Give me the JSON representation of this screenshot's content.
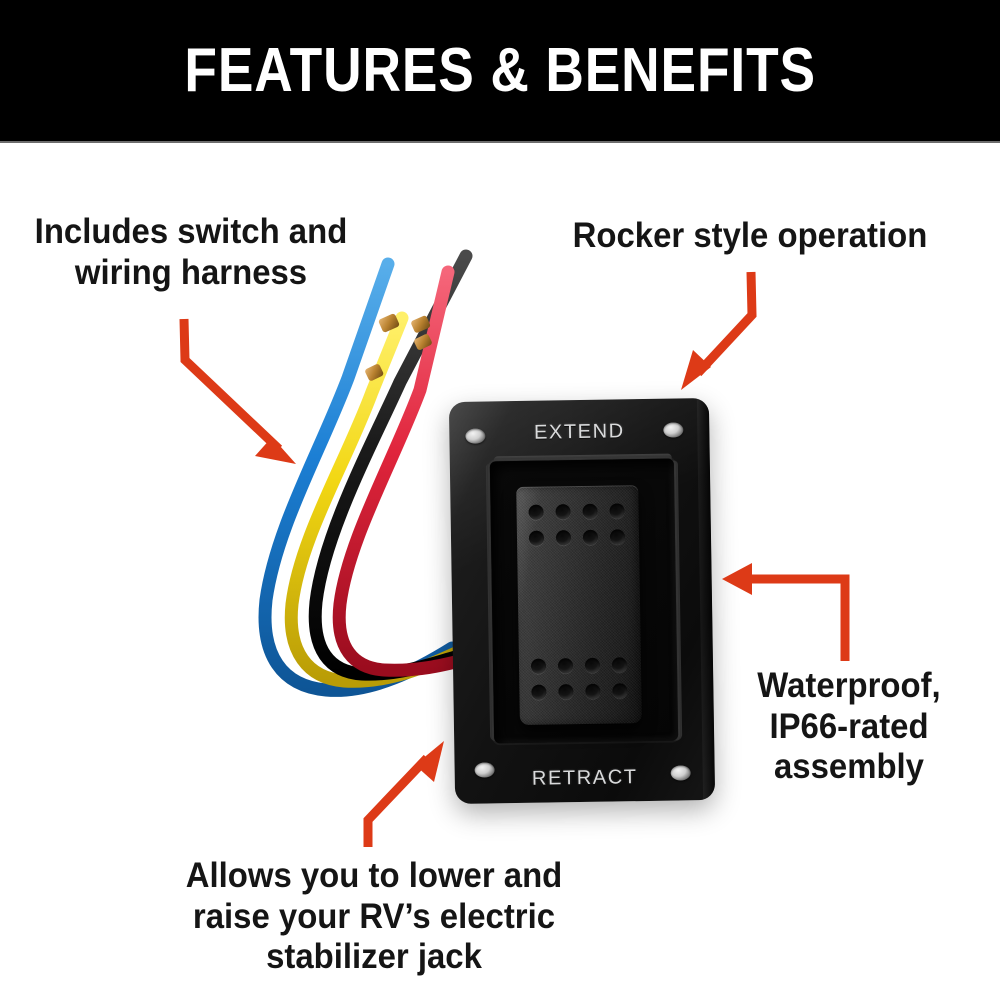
{
  "header": {
    "title": "FEATURES & BENEFITS",
    "background_color": "#000000",
    "text_color": "#FFFFFF"
  },
  "accent_color": "#DD3A17",
  "callouts": [
    {
      "id": "harness",
      "text": "Includes switch and\nwiring harness",
      "arrow": "arrow-down-right",
      "points_to": "wiring-harness"
    },
    {
      "id": "rocker",
      "text": "Rocker style operation",
      "arrow": "arrow-down-left",
      "points_to": "switch-panel-top"
    },
    {
      "id": "waterproof",
      "text": "Waterproof,\nIP66-rated\nassembly",
      "arrow": "arrow-left",
      "points_to": "switch-panel-right"
    },
    {
      "id": "jack",
      "text": "Allows you to lower and\nraise your RV’s electric\nstabilizer jack",
      "arrow": "arrow-up-right",
      "points_to": "switch-panel-bottom-left"
    }
  ],
  "product": {
    "name": "rv-stabilizer-jack-switch-panel",
    "panel": {
      "top_label": "EXTEND",
      "bottom_label": "RETRACT",
      "label_color": "#D9DADB",
      "body_color": "#121212",
      "screw_count": 4,
      "rocker": {
        "grip_dot_rows": 2,
        "grip_dot_columns": 4,
        "grip_dot_groups": 2
      }
    },
    "harness": {
      "wire_count": 4,
      "wires": [
        {
          "name": "blue-wire",
          "color": "#1C7FD4"
        },
        {
          "name": "yellow-wire",
          "color": "#F2D713"
        },
        {
          "name": "black-wire",
          "color": "#1B1B1B"
        },
        {
          "name": "red-wire",
          "color": "#E0253C"
        }
      ],
      "has_crimp_connectors": true,
      "connector_color": "#B8812F"
    }
  }
}
